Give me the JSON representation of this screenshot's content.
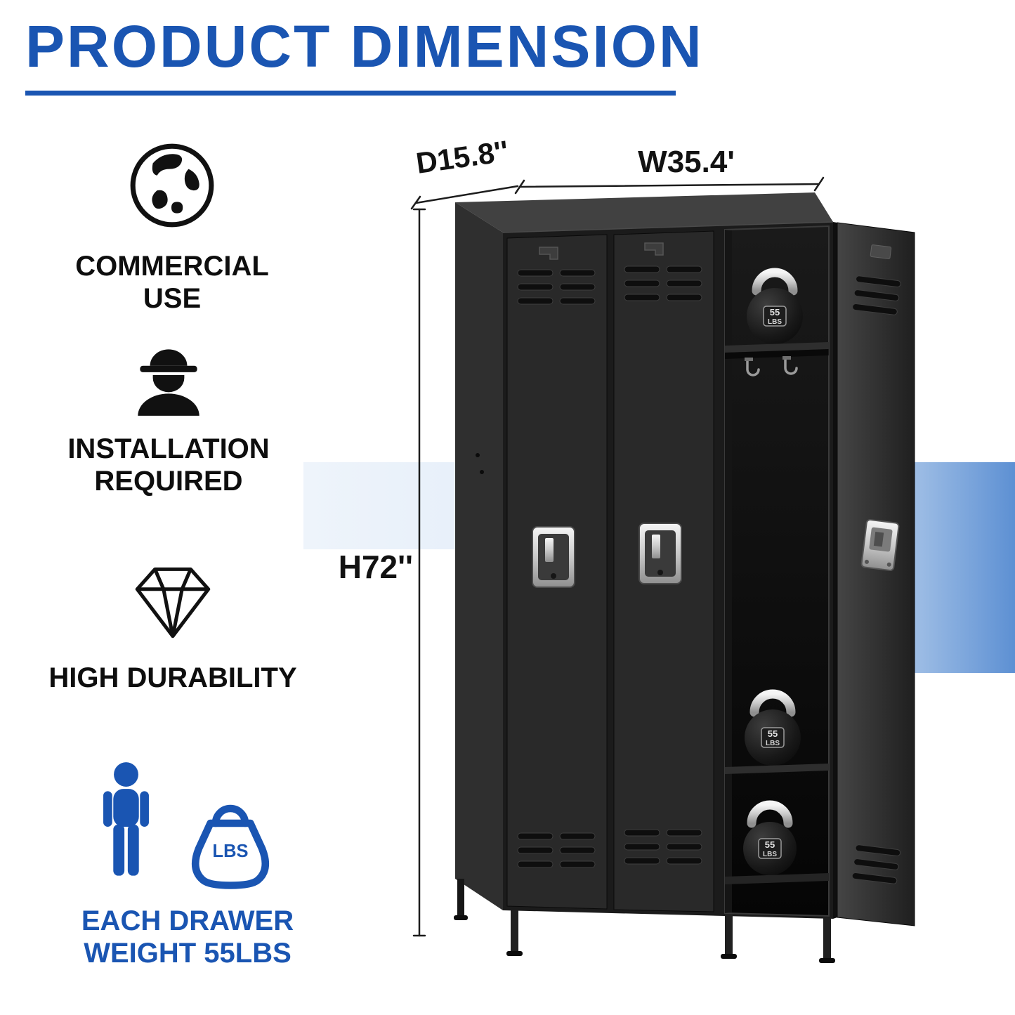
{
  "page": {
    "title": "PRODUCT DIMENSION"
  },
  "features": {
    "commercial": {
      "line1": "COMMERCIAL",
      "line2": "USE"
    },
    "installation": {
      "line1": "INSTALLATION",
      "line2": "REQUIRED"
    },
    "durability": {
      "line1": "HIGH DURABILITY"
    },
    "drawer_weight": {
      "line1": "EACH DRAWER",
      "line2": "WEIGHT 55LBS"
    }
  },
  "dimensions": {
    "depth": "D15.8''",
    "width": "W35.4'",
    "height": "H72''"
  },
  "weight_icon": {
    "label": "LBS"
  },
  "locker": {
    "kettlebell": {
      "line1": "55",
      "line2": "LBS"
    }
  },
  "colors": {
    "accent_blue": "#1a55b2",
    "band_light": "#eef4fb",
    "band_dark": "#5d90d3",
    "locker_black": "#1b1b1b",
    "text_dark": "#0e0e0e"
  }
}
